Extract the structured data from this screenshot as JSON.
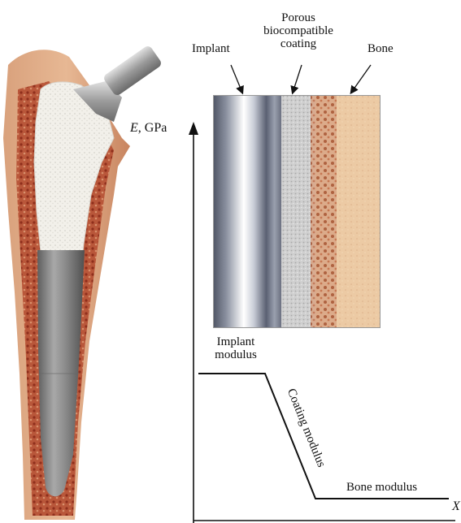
{
  "labels": {
    "implant": "Implant",
    "porous_coating": [
      "Porous",
      "biocompatible",
      "coating"
    ],
    "bone": "Bone",
    "y_axis_var": "E",
    "y_axis_unit": ", GPa",
    "x_axis_var": "X",
    "implant_modulus": [
      "Implant",
      "modulus"
    ],
    "coating_modulus": "Coating modulus",
    "bone_modulus": "Bone modulus"
  },
  "colors": {
    "bone_tissue": "#c98b68",
    "bone_tissue_dark": "#b86a4a",
    "cancellous": "#a8442a",
    "coating_white": "#f1efe9",
    "metal_stem": "#8e8e8e",
    "metal_neck": "#b9b9b9",
    "bone_texture": "#ecc9a3",
    "coating_texture": "#c9c9c9",
    "axis_line": "#111111"
  }
}
